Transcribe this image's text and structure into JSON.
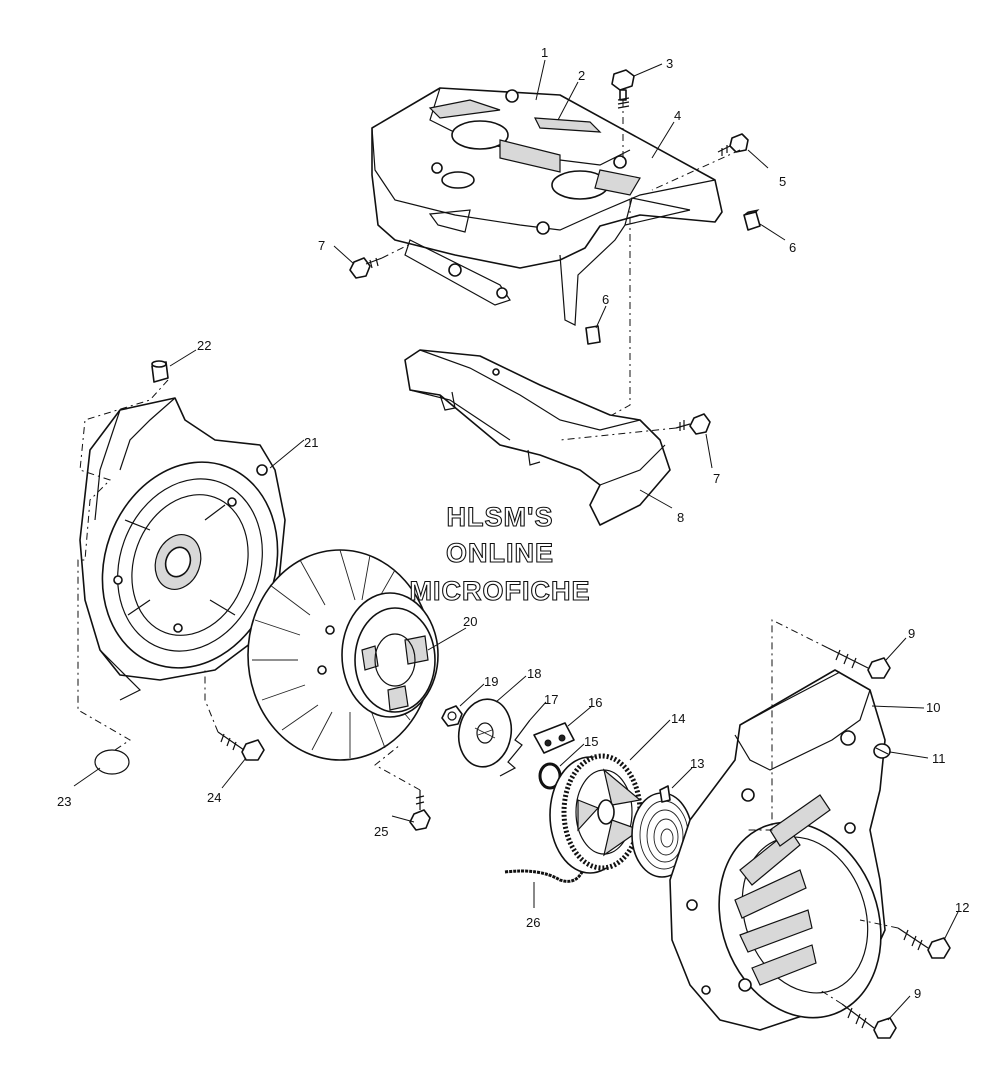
{
  "watermark": {
    "line1": "HLSM'S",
    "line2": "ONLINE",
    "line3": "MICROFICHE"
  },
  "callouts": [
    {
      "id": "c1",
      "label": "1"
    },
    {
      "id": "c2",
      "label": "2"
    },
    {
      "id": "c3",
      "label": "3"
    },
    {
      "id": "c4",
      "label": "4"
    },
    {
      "id": "c5",
      "label": "5"
    },
    {
      "id": "c6a",
      "label": "6"
    },
    {
      "id": "c6b",
      "label": "6"
    },
    {
      "id": "c7a",
      "label": "7"
    },
    {
      "id": "c7b",
      "label": "7"
    },
    {
      "id": "c8",
      "label": "8"
    },
    {
      "id": "c9a",
      "label": "9"
    },
    {
      "id": "c9b",
      "label": "9"
    },
    {
      "id": "c10",
      "label": "10"
    },
    {
      "id": "c11",
      "label": "11"
    },
    {
      "id": "c12",
      "label": "12"
    },
    {
      "id": "c13",
      "label": "13"
    },
    {
      "id": "c14",
      "label": "14"
    },
    {
      "id": "c15",
      "label": "15"
    },
    {
      "id": "c16",
      "label": "16"
    },
    {
      "id": "c17",
      "label": "17"
    },
    {
      "id": "c18",
      "label": "18"
    },
    {
      "id": "c19",
      "label": "19"
    },
    {
      "id": "c20",
      "label": "20"
    },
    {
      "id": "c21",
      "label": "21"
    },
    {
      "id": "c22",
      "label": "22"
    },
    {
      "id": "c23",
      "label": "23"
    },
    {
      "id": "c24",
      "label": "24"
    },
    {
      "id": "c25",
      "label": "25"
    },
    {
      "id": "c26",
      "label": "26"
    }
  ]
}
